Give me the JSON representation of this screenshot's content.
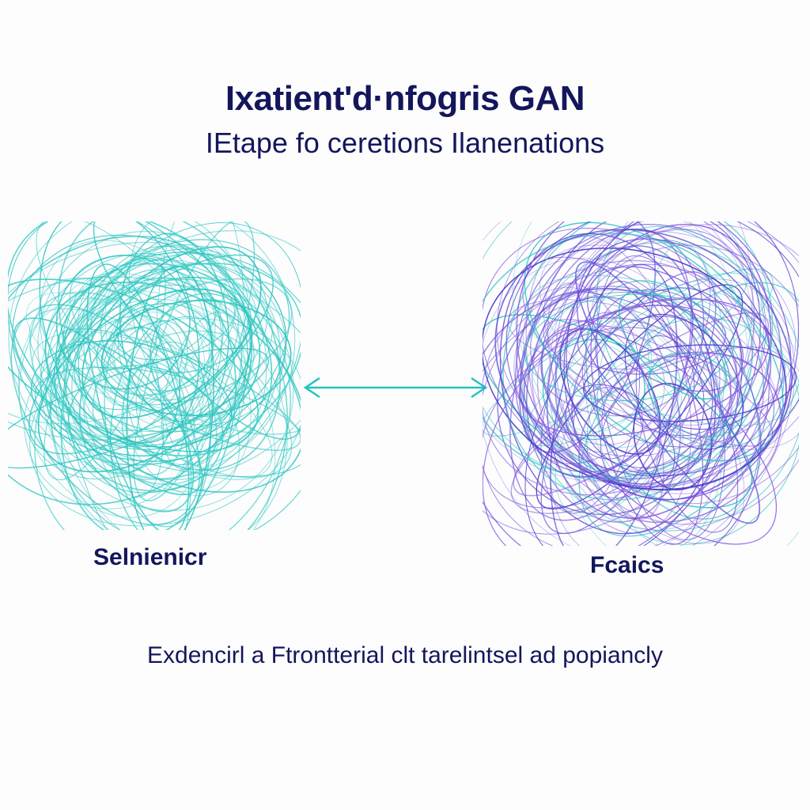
{
  "header": {
    "title": "Ixatient'd·nfogris GAN",
    "subtitle": "IEtape fo ceretions Ilanenations"
  },
  "nodes": {
    "left_label": "Selnienicr",
    "right_label": "Fcaics"
  },
  "footer": {
    "caption": "Exdencirl a Ftrontterial clt tarelintsel ad popiancly"
  },
  "colors": {
    "text": "#14165c",
    "teal": "#2ec4c0",
    "purple": "#6a4fd8",
    "arrow": "#22c3c0"
  }
}
